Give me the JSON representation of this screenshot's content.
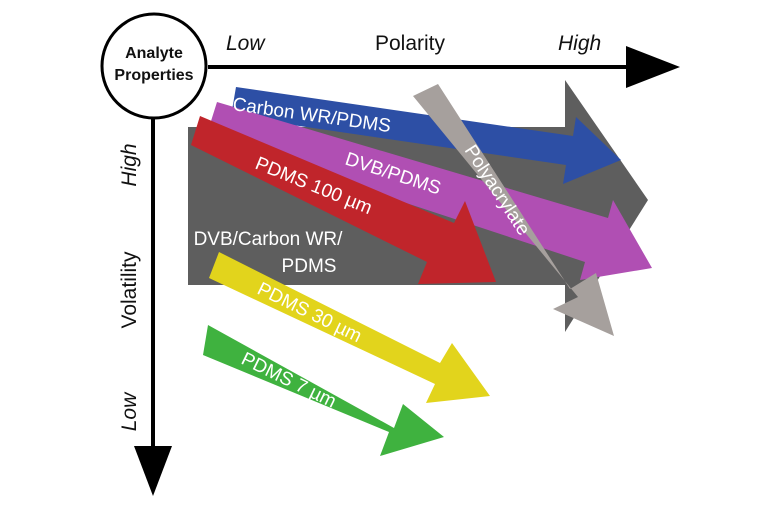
{
  "circle": {
    "line1": "Analyte",
    "line2": "Properties"
  },
  "x_axis": {
    "title": "Polarity",
    "low": "Low",
    "high": "High"
  },
  "y_axis": {
    "title": "Volatility",
    "low": "Low",
    "high": "High"
  },
  "fibers": {
    "carbon_wr_pdms": {
      "label": "Carbon WR/PDMS",
      "color": "#2d4fa5"
    },
    "dvb_pdms": {
      "label": "DVB/PDMS",
      "color": "#b04fb3"
    },
    "pdms_100": {
      "label": "PDMS 100 µm",
      "color": "#c0252b"
    },
    "dvb_carbon_wr_pdms": {
      "line1": "DVB/Carbon WR/",
      "line2": "PDMS",
      "color": "#5e5e5e"
    },
    "pdms_30": {
      "label": "PDMS 30 µm",
      "color": "#e2d41c"
    },
    "pdms_7": {
      "label": "PDMS 7 µm",
      "color": "#3fb23f"
    },
    "polyacrylate": {
      "label": "Polyacrylate",
      "color": "#a6a09d"
    }
  }
}
